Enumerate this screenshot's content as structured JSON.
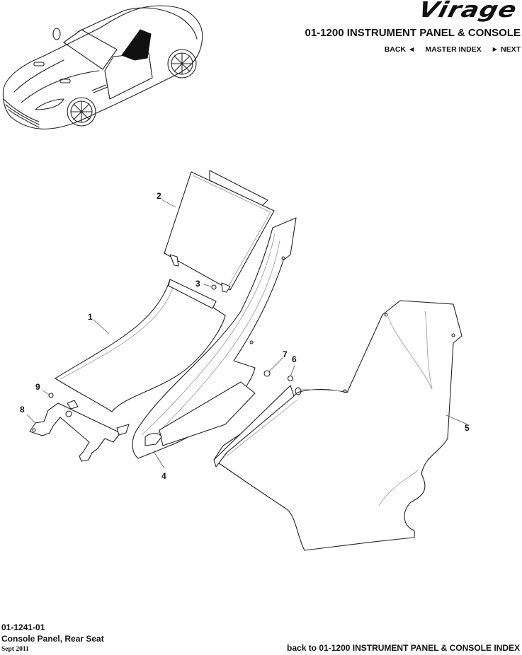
{
  "header": {
    "brand": "Virage",
    "section_title": "01-1200 INSTRUMENT PANEL & CONSOLE",
    "nav": {
      "back_label": "BACK ◄",
      "master_index_label": "MASTER INDEX",
      "next_label": "► NEXT"
    }
  },
  "thumbnail": {
    "icon": "car-overview-icon",
    "highlight": "rear-seat-console-area"
  },
  "diagram": {
    "callouts": [
      {
        "id": "1",
        "label": "1"
      },
      {
        "id": "2",
        "label": "2"
      },
      {
        "id": "3",
        "label": "3"
      },
      {
        "id": "4",
        "label": "4"
      },
      {
        "id": "5",
        "label": "5"
      },
      {
        "id": "6",
        "label": "6"
      },
      {
        "id": "7",
        "label": "7"
      },
      {
        "id": "8",
        "label": "8"
      },
      {
        "id": "9",
        "label": "9"
      }
    ]
  },
  "footer": {
    "part_code": "01-1241-01",
    "part_name": "Console Panel, Rear Seat",
    "date": "Sept 2011",
    "back_link": "back to 01-1200 INSTRUMENT PANEL & CONSOLE INDEX"
  }
}
